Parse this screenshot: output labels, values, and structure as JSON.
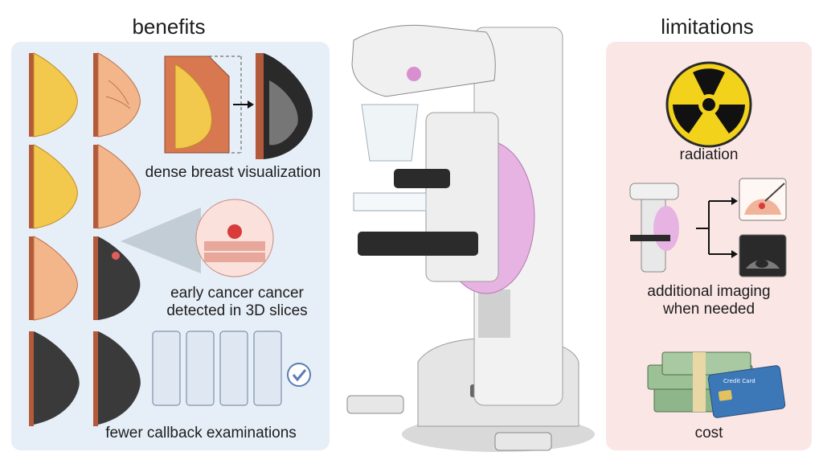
{
  "headings": {
    "benefits": "benefits",
    "limitations": "limitations"
  },
  "benefits": {
    "dense": "dense breast visualization",
    "early_line1": "early cancer cancer",
    "early_line2": "detected in 3D slices",
    "fewer": "fewer callback examinations"
  },
  "limitations": {
    "radiation": "radiation",
    "additional_line1": "additional imaging",
    "additional_line2": "when needed",
    "cost": "cost",
    "card_label": "Credit Card"
  },
  "colors": {
    "benefits_panel": "#e6eef7",
    "limitations_panel": "#fbe6e6",
    "breast_tissue": "#f0c84a",
    "skin": "#e9a98e",
    "machine_body": "#f2f2f2",
    "accent_pink": "#d98fcf",
    "radiation_yellow": "#f3d21b"
  }
}
